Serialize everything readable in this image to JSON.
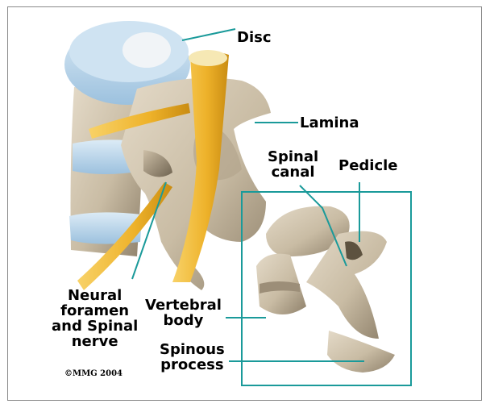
{
  "labels": {
    "disc": "Disc",
    "lamina": "Lamina",
    "spinal_canal_1": "Spinal",
    "spinal_canal_2": "canal",
    "pedicle": "Pedicle",
    "neural_1": "Neural",
    "neural_2": "foramen",
    "neural_3": "and Spinal",
    "neural_4": "nerve",
    "vertebral_1": "Vertebral",
    "vertebral_2": "body",
    "spinous_1": "Spinous",
    "spinous_2": "process"
  },
  "copyright": "©MMG 2004",
  "colors": {
    "leader_line": "#1a9a9a",
    "bone": "#cfc3ae",
    "bone_shadow": "#8f816b",
    "disc": "#b5d4ea",
    "nerve": "#f1b82f"
  }
}
